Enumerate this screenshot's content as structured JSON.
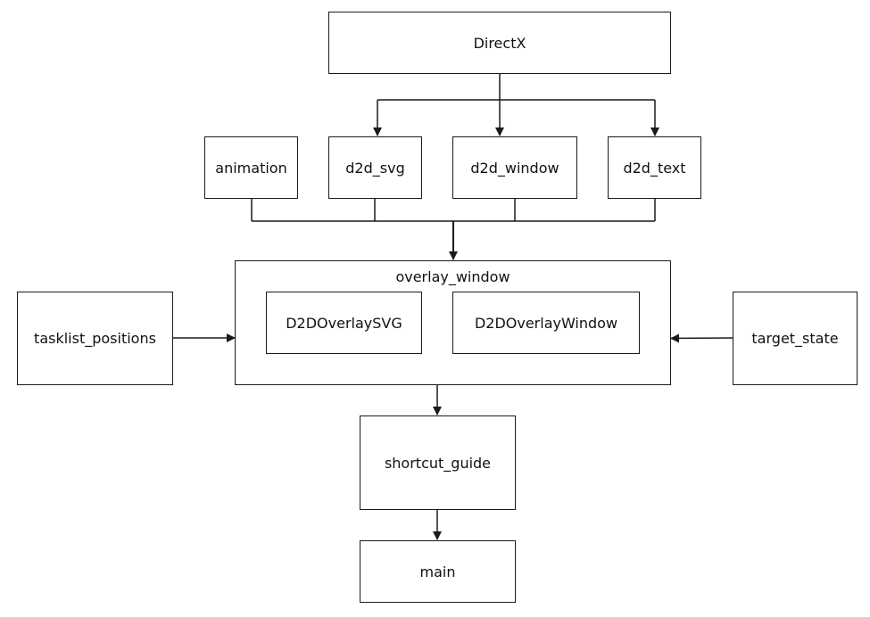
{
  "nodes": {
    "directx": "DirectX",
    "animation": "animation",
    "d2d_svg": "d2d_svg",
    "d2d_window": "d2d_window",
    "d2d_text": "d2d_text",
    "overlay_window": "overlay_window",
    "d2d_overlay_svg": "D2DOverlaySVG",
    "d2d_overlay_window": "D2DOverlayWindow",
    "tasklist_positions": "tasklist_positions",
    "target_state": "target_state",
    "shortcut_guide": "shortcut_guide",
    "main": "main"
  },
  "colors": {
    "line": "#1a1a1a",
    "background": "#ffffff"
  }
}
